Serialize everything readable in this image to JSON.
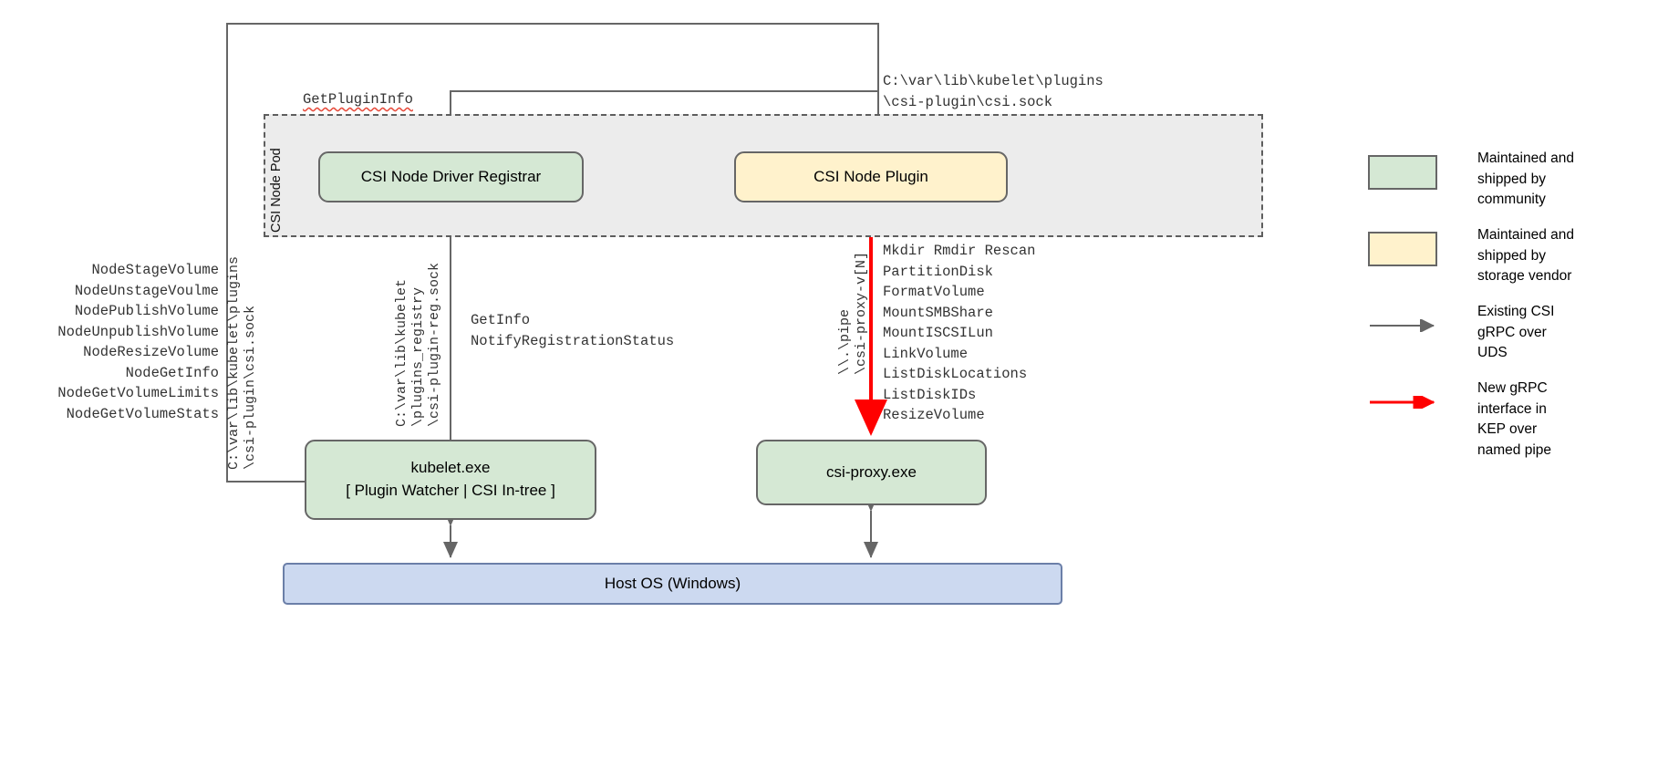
{
  "diagram": {
    "pod": {
      "label": "CSI Node Pod"
    },
    "nodes": {
      "registrar": "CSI Node Driver Registrar",
      "plugin": "CSI Node Plugin",
      "kubelet_line1": "kubelet.exe",
      "kubelet_line2": "[ Plugin Watcher | CSI In-tree ]",
      "proxy": "csi-proxy.exe",
      "hostos": "Host OS (Windows)"
    },
    "labels": {
      "get_plugin_info": "GetPluginInfo",
      "plugin_socket_path": "C:\\var\\lib\\kubelet\\plugins\n\\csi-plugin\\csi.sock",
      "registrar_calls": "GetInfo\nNotifyRegistrationStatus",
      "csi_socket_vertical": "C:\\var\\lib\\kubelet\\plugins\n\\csi-plugin\\csi.sock",
      "registry_socket_vertical": "C:\\var\\lib\\kubelet\n\\plugins_registry\n\\csi-plugin-reg.sock",
      "named_pipe_vertical": "\\\\.\\pipe\n\\csi-proxy-v[N]"
    },
    "node_service_calls": [
      "NodeStageVolume",
      "NodeUnstageVoulme",
      "NodePublishVolume",
      "NodeUnpublishVolume",
      "NodeResizeVolume",
      "NodeGetInfo",
      "NodeGetVolumeLimits",
      "NodeGetVolumeStats"
    ],
    "proxy_api_calls": [
      "Mkdir Rmdir Rescan",
      "PartitionDisk",
      "FormatVolume",
      "MountSMBShare",
      "MountISCSILun",
      "LinkVolume",
      "ListDiskLocations",
      "ListDiskIDs",
      "ResizeVolume"
    ],
    "legend": [
      {
        "kind": "swatch",
        "color": "#d5e8d4",
        "text": "Maintained and\nshipped by\ncommunity"
      },
      {
        "kind": "swatch",
        "color": "#fff2cc",
        "text": "Maintained and\nshipped by\nstorage vendor"
      },
      {
        "kind": "arrow",
        "color": "#666666",
        "text": "Existing CSI\ngRPC over\nUDS"
      },
      {
        "kind": "arrow",
        "color": "#ff0000",
        "text": "New gRPC\ninterface in\nKEP over\nnamed pipe"
      }
    ],
    "colors": {
      "community_green": "#d5e8d4",
      "vendor_yellow": "#fff2cc",
      "host_blue": "#ccd9f0",
      "pod_gray": "#ececec",
      "line_gray": "#666666",
      "new_grpc_red": "#ff0000"
    }
  }
}
